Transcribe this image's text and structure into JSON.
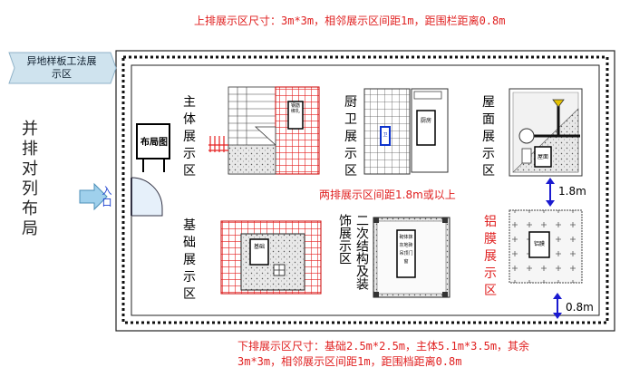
{
  "notes": {
    "top": "上排展示区尺寸：3m*3m，相邻展示区间距1m，距围栏距离0.8m",
    "bottom": "下排展示区尺寸：基础2.5m*2.5m，主体5.1m*3.5m，其余3m*3m，相邻展示区间距1m，距围档距离0.8m",
    "middle": "两排展示区间距1.8m或以上"
  },
  "tab_label": "异地样板工法展示区",
  "side_label": "并排对列布局",
  "entrance_label": "入口",
  "layout_map_label": "布局图",
  "zones": {
    "main_structure": "主体展示区",
    "kitchen_bath": "厨卫展示区",
    "roof": "屋面展示区",
    "foundation": "基础展示区",
    "secondary_finish": "二次结构及装饰展示区",
    "aluminum_formwork": "铝膜展示区"
  },
  "dims": {
    "row_gap": "1.8m",
    "fence_gap": "0.8m"
  },
  "sign_text": {
    "main_structure_sign": "钢筋绑扎",
    "kitchen_sign": "厨房",
    "bath_sign": "卫",
    "roof_sign": "屋面",
    "foundation_sign": "基础",
    "finish_sign": "砌体抹灰地砖吊顶门窗",
    "alu_sign": "铝膜"
  },
  "colors": {
    "accent_red": "#e02020",
    "arrow_blue": "#1a1ad0",
    "tab_fill": "#cfe3ee"
  }
}
